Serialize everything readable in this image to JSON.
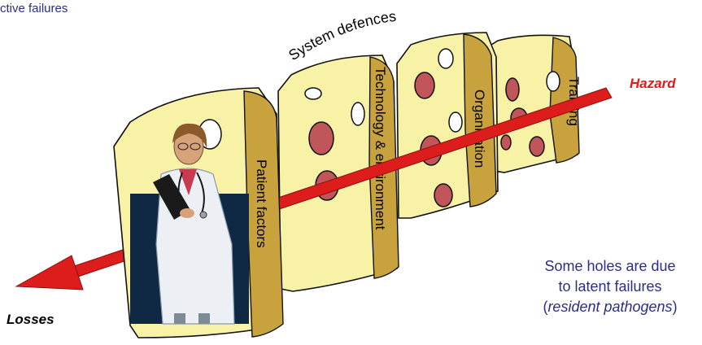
{
  "captions": {
    "active_failures": "ctive failures",
    "system_defences": "System defences",
    "hazard": "Hazard",
    "losses": "Losses",
    "latent_note": {
      "line1": "Some holes are due",
      "line2": "to latent failures",
      "line3_open": "(",
      "line3_italic": "resident pathogens",
      "line3_close": ")"
    }
  },
  "slices": [
    {
      "label": "Patient factors"
    },
    {
      "label": "Technology & environment"
    },
    {
      "label": "Organization"
    },
    {
      "label": "Training"
    }
  ],
  "colors": {
    "caption_blue": "#2b2e86",
    "hazard_red": "#dd1c1c",
    "cheese_fill": "#f8f2a6",
    "cheese_side": "#c8a23c",
    "hole_red": "#c0555a",
    "outline": "#111111",
    "photo_bg": "#0f2945",
    "doctor_coat": "#ecf0f5",
    "text_dark": "#000000"
  },
  "icons": {
    "doctor": "doctor-with-clipboard-icon",
    "arrow": "trajectory-arrow-icon"
  }
}
